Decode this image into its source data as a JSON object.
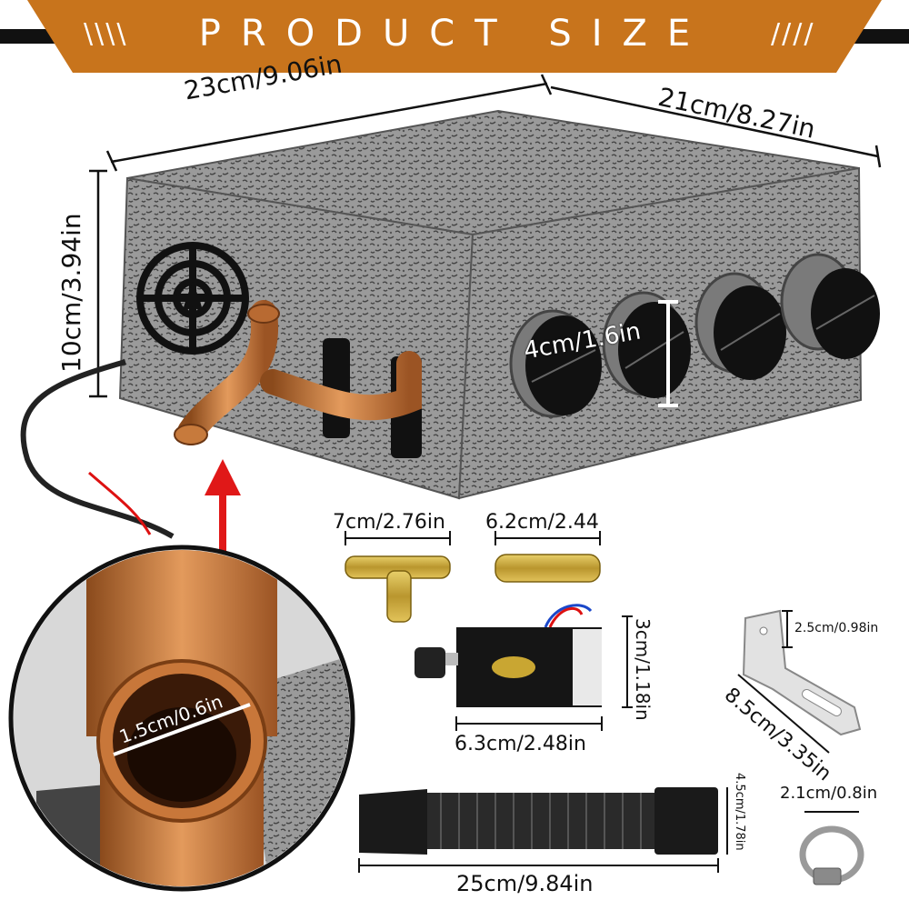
{
  "banner": {
    "title": "PRODUCT SIZE",
    "left_marks": "\\\\\\\\",
    "right_marks": "////"
  },
  "heater": {
    "width_label": "23cm/9.06in",
    "depth_label": "21cm/8.27in",
    "height_label": "10cm/3.94in",
    "vent_label": "4cm/1.6in"
  },
  "pipe": {
    "diameter_label": "1.5cm/0.6in"
  },
  "tee_connector": {
    "label": "7cm/2.76in"
  },
  "straight_connector": {
    "label": "6.2cm/2.44"
  },
  "switch": {
    "width_label": "6.3cm/2.48in",
    "height_label": "3cm/1.18in"
  },
  "bracket": {
    "height_label": "2.5cm/0.98in",
    "length_label": "8.5cm/3.35in"
  },
  "hose": {
    "length_label": "25cm/9.84in",
    "diameter_label": "4.5cm/1.78in"
  },
  "clamp": {
    "label": "2.1cm/0.8in"
  },
  "colors": {
    "banner": "#c8741c",
    "metal": "#8f8f8f",
    "copper": "#c8773a",
    "brass": "#c9a43a",
    "arrow": "#e01818"
  }
}
